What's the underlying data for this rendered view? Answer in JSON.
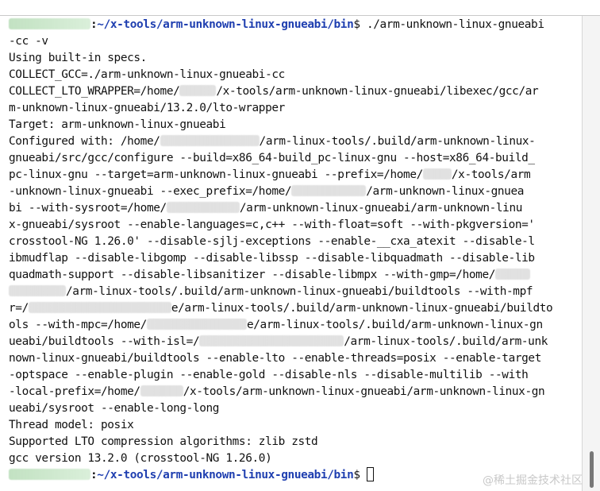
{
  "terminal": {
    "prompt_path": "~/x-tools/arm-unknown-linux-gnueabi/bin",
    "prompt_symbol": "$",
    "command": " ./arm-unknown-linux-gnueabi",
    "lines": [
      "-cc -v",
      "Using built-in specs.",
      "COLLECT_GCC=./arm-unknown-linux-gnueabi-cc",
      "COLLECT_LTO_WRAPPER=/home/",
      "/x-tools/arm-unknown-linux-gnueabi/libexec/gcc/ar",
      "m-unknown-linux-gnueabi/13.2.0/lto-wrapper",
      "Target: arm-unknown-linux-gnueabi",
      "Configured with: /home/",
      "/arm-linux-tools/.build/arm-unknown-linux-",
      "gnueabi/src/gcc/configure --build=x86_64-build_pc-linux-gnu --host=x86_64-build_",
      "pc-linux-gnu --target=arm-unknown-linux-gnueabi --prefix=/home/",
      "/x-tools/arm",
      "-unknown-linux-gnueabi --exec_prefix=/home/",
      "/arm-unknown-linux-gnuea",
      "bi --with-sysroot=/home/",
      "/arm-unknown-linux-gnueabi/arm-unknown-linu",
      "x-gnueabi/sysroot --enable-languages=c,c++ --with-float=soft --with-pkgversion='",
      "crosstool-NG 1.26.0' --disable-sjlj-exceptions --enable-__cxa_atexit --disable-l",
      "ibmudflap --disable-libgomp --disable-libssp --disable-libquadmath --disable-lib",
      "quadmath-support --disable-libsanitizer --disable-libmpx --with-gmp=/home/",
      "/arm-linux-tools/.build/arm-unknown-linux-gnueabi/buildtools --with-mpf",
      "r=/",
      "e/arm-linux-tools/.build/arm-unknown-linux-gnueabi/buildto",
      "ols --with-mpc=/home/",
      "e/arm-linux-tools/.build/arm-unknown-linux-gn",
      "ueabi/buildtools --with-isl=/",
      "/arm-linux-tools/.build/arm-unk",
      "nown-linux-gnueabi/buildtools --enable-lto --enable-threads=posix --enable-target",
      "-optspace --enable-plugin --enable-gold --disable-nls --disable-multilib --with",
      "-local-prefix=/home/",
      "/x-tools/arm-unknown-linux-gnueabi/arm-unknown-linux-gn",
      "ueabi/sysroot --enable-long-long",
      "Thread model: posix",
      "Supported LTO compression algorithms: zlib zstd",
      "gcc version 13.2.0 (crosstool-NG 1.26.0)"
    ]
  },
  "watermark": "@稀土掘金技术社区",
  "colors": {
    "path": "#1f3fb0",
    "text": "#111111",
    "background": "#ffffff"
  }
}
